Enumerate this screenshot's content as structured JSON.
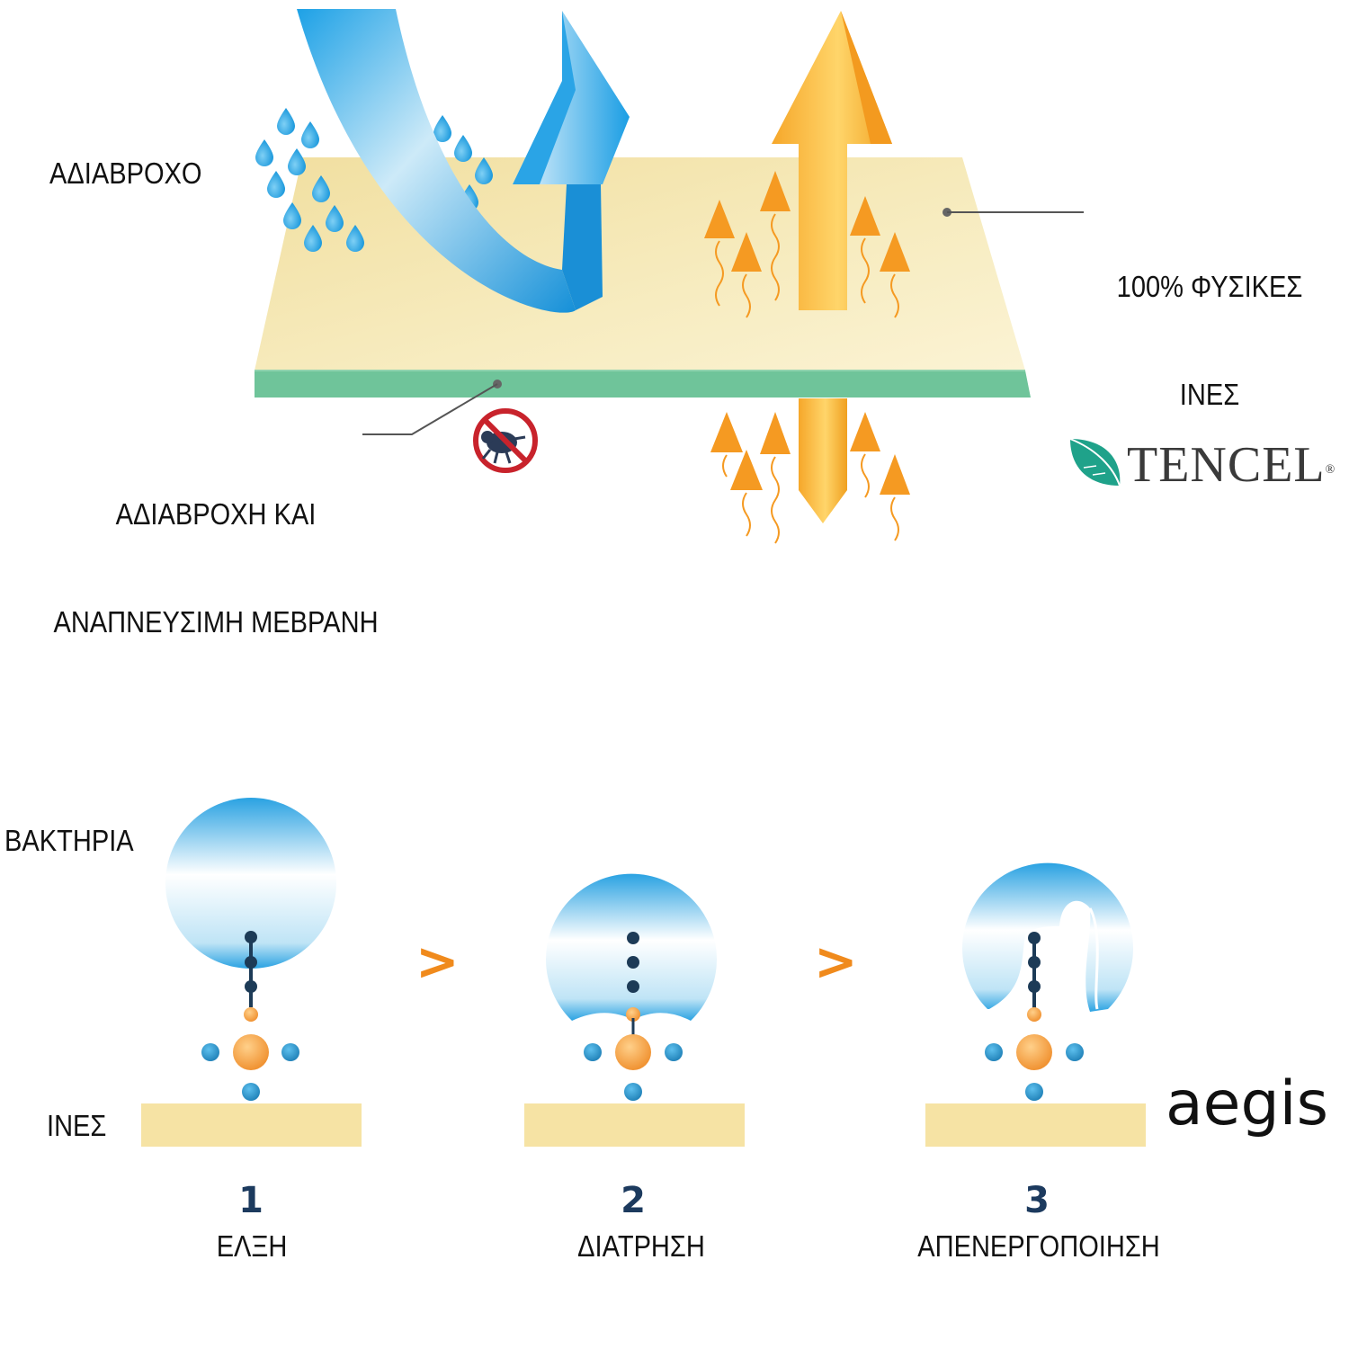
{
  "membrane_diagram": {
    "label_waterproof": "ΑΔΙΑΒΡΟΧΟ",
    "label_fibers_line1": "100% ΦΥΣΙΚΕΣ",
    "label_fibers_line2": "ΙΝΕΣ",
    "label_membrane_line1": "ΑΔΙΑΒΡΟΧΗ ΚΑΙ",
    "label_membrane_line2": "ΑΝΑΠΝΕΥΣΙΜΗ ΜΕΒΡΑΝΗ",
    "brand": "TENCEL",
    "brand_mark": "®",
    "colors": {
      "fabric": "#f3e4a8",
      "membrane": "#6fc49a",
      "water": "#29a5e6",
      "vapor": "#f5a124"
    },
    "icons": [
      "water-drop-icon",
      "curved-deflect-arrow-icon",
      "vapor-arrow-icon",
      "no-dust-mite-icon",
      "tencel-leaf-icon"
    ]
  },
  "antibacterial_diagram": {
    "label_bacteria": "ΒΑΚΤΗΡΙΑ",
    "label_fibers": "ΙΝΕΣ",
    "brand": "aegis",
    "separator": ">",
    "steps": [
      {
        "number": "1",
        "label": "ΕΛΞΗ"
      },
      {
        "number": "2",
        "label": "ΔΙΑΤΡΗΣΗ"
      },
      {
        "number": "3",
        "label": "ΑΠΕΝΕΡΓΟΠΟΙΗΣΗ"
      }
    ],
    "colors": {
      "bacteria": "#2ea4e3",
      "fiber": "#f6e3a4",
      "molecule_center": "#f39a3c",
      "molecule_dot": "#2a8fc6",
      "chain": "#1d3b57",
      "chevron": "#f08a1c"
    }
  }
}
